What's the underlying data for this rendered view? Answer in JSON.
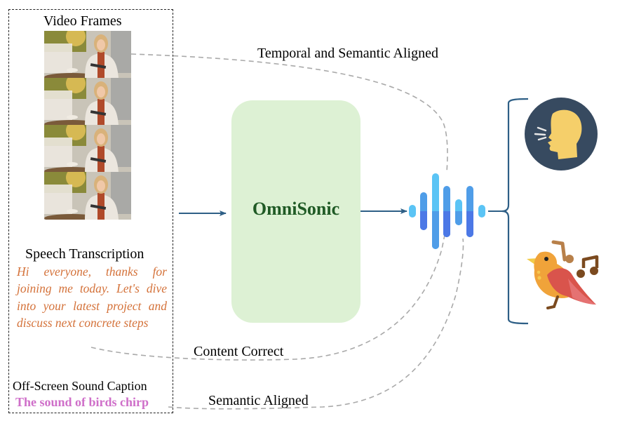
{
  "inputs": {
    "video_frames": {
      "title": "Video Frames",
      "frame_count": 4
    },
    "speech_transcription": {
      "title": "Speech Transcription",
      "text": "Hi everyone, thanks for joining me today. Let's dive into your latest project and discuss next concrete steps"
    },
    "offscreen_caption": {
      "title": "Off-Screen Sound Caption",
      "text": "The sound of birds chirp"
    }
  },
  "model": {
    "name": "OmniSonic"
  },
  "alignments": [
    {
      "label": "Temporal and Semantic Aligned",
      "from": "video_frames"
    },
    {
      "label": "Content Correct",
      "from": "speech_transcription"
    },
    {
      "label": "Semantic Aligned",
      "from": "offscreen_caption"
    }
  ],
  "outputs": [
    {
      "name": "speech",
      "icon": "speaking-head-icon"
    },
    {
      "name": "bird-sound",
      "icon": "singing-bird-icon"
    }
  ],
  "colors": {
    "transcript": "#d4723a",
    "caption": "#cf6fc9",
    "model_fill": "#ddf1d4",
    "model_text": "#1f5a25",
    "arrow": "#2e5f86",
    "dashed_link": "#a9a9a9",
    "speech_circle": "#374a60",
    "head": "#f5cf6a"
  }
}
